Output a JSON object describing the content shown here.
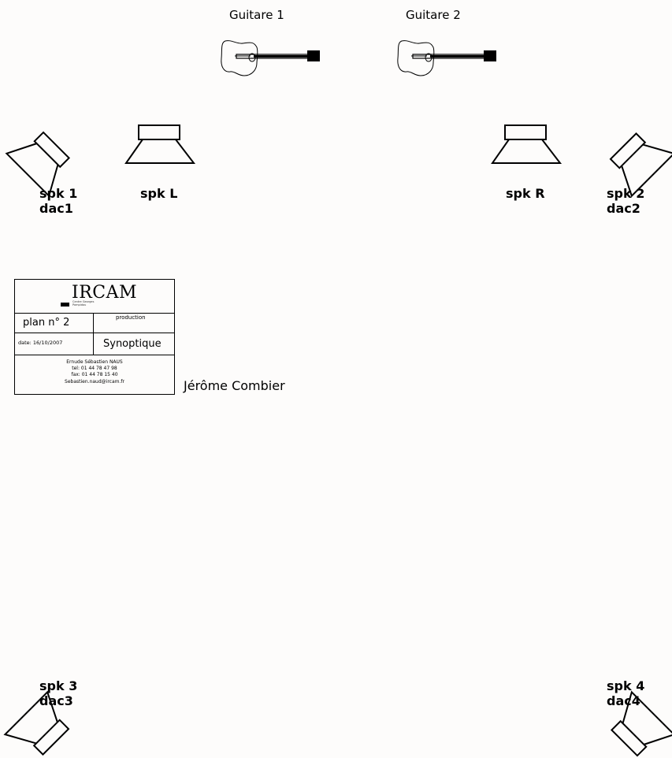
{
  "instruments": [
    {
      "label": "Guitare 1",
      "icon": "guitar-icon"
    },
    {
      "label": "Guitare 2",
      "icon": "guitar-icon"
    }
  ],
  "speakers": {
    "spk1": {
      "name": "spk 1",
      "output": "dac1"
    },
    "spkL": {
      "name": "spk L"
    },
    "spkR": {
      "name": "spk R"
    },
    "spk2": {
      "name": "spk 2",
      "output": "dac2"
    },
    "spk3": {
      "name": "spk 3",
      "output": "dac3"
    },
    "spk4": {
      "name": "spk 4",
      "output": "dac4"
    }
  },
  "title_block": {
    "brand": "IRCAM",
    "brand_sub": [
      "Centre Georges",
      "Pompidou"
    ],
    "plan": "plan n° 2",
    "production": "production",
    "date": "date: 16/10/2007",
    "type": "Synoptique",
    "contact_lines": [
      "Ernude Sébastien NAUS",
      "tel: 01 44 78 47 98",
      "fax: 01 44 78 15 40",
      "Sebastien.naud@ircam.fr"
    ]
  },
  "author": "Jérôme Combier"
}
